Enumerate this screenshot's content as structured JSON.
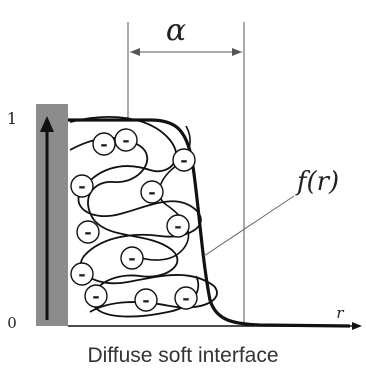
{
  "diagram": {
    "width_label": "α",
    "curve_label": "f(r)",
    "axis_x_label": "r",
    "tick_one": "1",
    "tick_zero": "0",
    "charge_symbol": "-",
    "charge_count": 12,
    "caption": "Diffuse soft interface"
  },
  "colors": {
    "wall": "#8c8c8c",
    "ink": "#111111"
  }
}
